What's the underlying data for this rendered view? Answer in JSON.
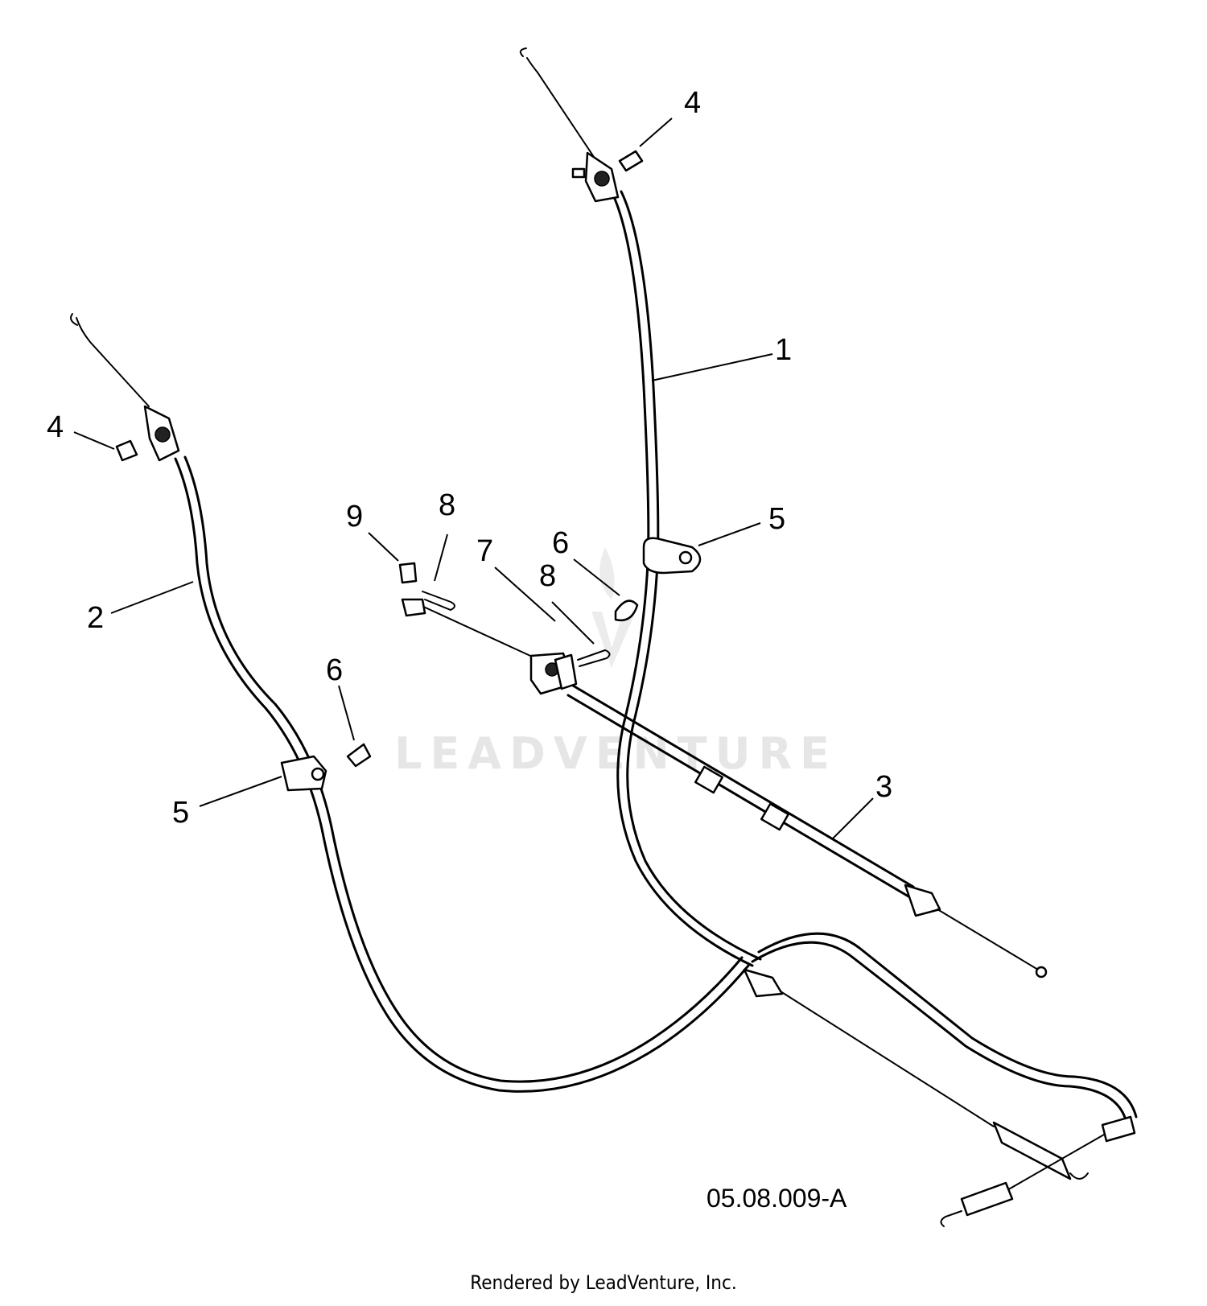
{
  "watermark": {
    "text": "LEADVENTURE"
  },
  "callouts": [
    {
      "label": "1"
    },
    {
      "label": "2"
    },
    {
      "label": "3"
    },
    {
      "label": "4"
    },
    {
      "label": "4"
    },
    {
      "label": "5"
    },
    {
      "label": "5"
    },
    {
      "label": "6"
    },
    {
      "label": "6"
    },
    {
      "label": "7"
    },
    {
      "label": "8"
    },
    {
      "label": "8"
    },
    {
      "label": "9"
    }
  ],
  "diagram_code": "05.08.009-A",
  "credit": "Rendered by LeadVenture, Inc."
}
